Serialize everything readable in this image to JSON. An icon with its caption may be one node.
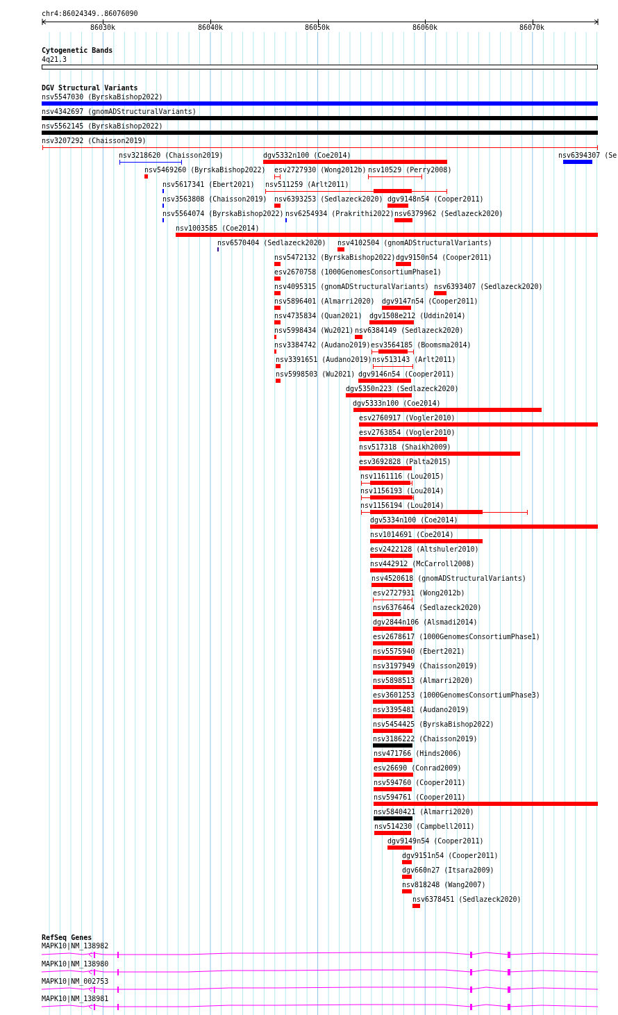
{
  "diagram": {
    "labels": [
      "chr4:86024349..86076090",
      "86030k",
      "86040k",
      "86050k",
      "86060k",
      "86070k",
      "Cytogenetic Bands",
      "4q21.3",
      "DGV Structural Variants",
      "nsv5547030 (ByrskaBishop2022)",
      "nsv4342697 (gnomADStructuralVariants)",
      "nsv5562145 (ByrskaBishop2022)",
      "nsv3207292 (Chaisson2019)",
      "nsv3218620 (Chaisson2019)",
      "dgv5332n100 (Coe2014)",
      "nsv6394307 (Se",
      "nsv5469260 (ByrskaBishop2022)",
      "esv2727930 (Wong2012b)",
      "nsv10529 (Perry2008)",
      "nsv5617341 (Ebert2021)",
      "nsv511259 (Arlt2011)",
      "nsv3563808 (Chaisson2019)",
      "nsv6393253 (Sedlazeck2020)",
      "dgv9148n54 (Cooper2011)",
      "nsv5564074 (ByrskaBishop2022)",
      "nsv6254934 (Prakrithi2022)",
      "nsv6379962 (Sedlazeck2020)",
      "nsv1003585 (Coe2014)",
      "nsv6570404 (Sedlazeck2020)",
      "nsv4102504 (gnomADStructuralVariants)",
      "nsv5472132 (ByrskaBishop2022)",
      "dgv9150n54 (Cooper2011)",
      "esv2670758 (1000GenomesConsortiumPhase1)",
      "nsv4095315 (gnomADStructuralVariants)",
      "nsv6393407 (Sedlazeck2020)",
      "nsv5896401 (Almarri2020)",
      "dgv9147n54 (Cooper2011)",
      "nsv4735834 (Quan2021)",
      "dgv1508e212 (Uddin2014)",
      "nsv5998434 (Wu2021)",
      "nsv6384149 (Sedlazeck2020)",
      "nsv3384742 (Audano2019)",
      "esv3564185 (Boomsma2014)",
      "nsv3391651 (Audano2019)",
      "nsv513143 (Arlt2011)",
      "nsv5998503 (Wu2021)",
      "dgv9146n54 (Cooper2011)",
      "dgv5350n223 (Sedlazeck2020)",
      "dgv5333n100 (Coe2014)",
      "esv2760917 (Vogler2010)",
      "esv2763854 (Vogler2010)",
      "nsv517318 (Shaikh2009)",
      "esv3692828 (Palta2015)",
      "nsv1161116 (Lou2015)",
      "nsv1156193 (Lou2014)",
      "nsv1156194 (Lou2014)",
      "dgv5334n100 (Coe2014)",
      "nsv1014691 (Coe2014)",
      "esv2422128 (Altshuler2010)",
      "nsv442912 (McCarroll2008)",
      "nsv4520618 (gnomADStructuralVariants)",
      "esv2727931 (Wong2012b)",
      "nsv6376464 (Sedlazeck2020)",
      "dgv2844n106 (Alsmadi2014)",
      "esv2678617 (1000GenomesConsortiumPhase1)",
      "nsv5575940 (Ebert2021)",
      "nsv3197949 (Chaisson2019)",
      "nsv5898513 (Almarri2020)",
      "esv3601253 (1000GenomesConsortiumPhase3)",
      "nsv3395481 (Audano2019)",
      "nsv5454425 (ByrskaBishop2022)",
      "nsv3186222 (Chaisson2019)",
      "nsv471766 (Hinds2006)",
      "esv26690 (Conrad2009)",
      "nsv594760 (Cooper2011)",
      "nsv594761 (Cooper2011)",
      "nsv5840421 (Almarri2020)",
      "nsv514230 (Campbell2011)",
      "dgv9149n54 (Cooper2011)",
      "dgv9151n54 (Cooper2011)",
      "dgv660n27 (Itsara2009)",
      "nsv818248 (Wang2007)",
      "nsv6378451 (Sedlazeck2020)",
      "RefSeq Genes",
      "MAPK10|NM_138982",
      "MAPK10|NM_138980",
      "MAPK10|NM_002753",
      "MAPK10|NM_138981"
    ]
  }
}
